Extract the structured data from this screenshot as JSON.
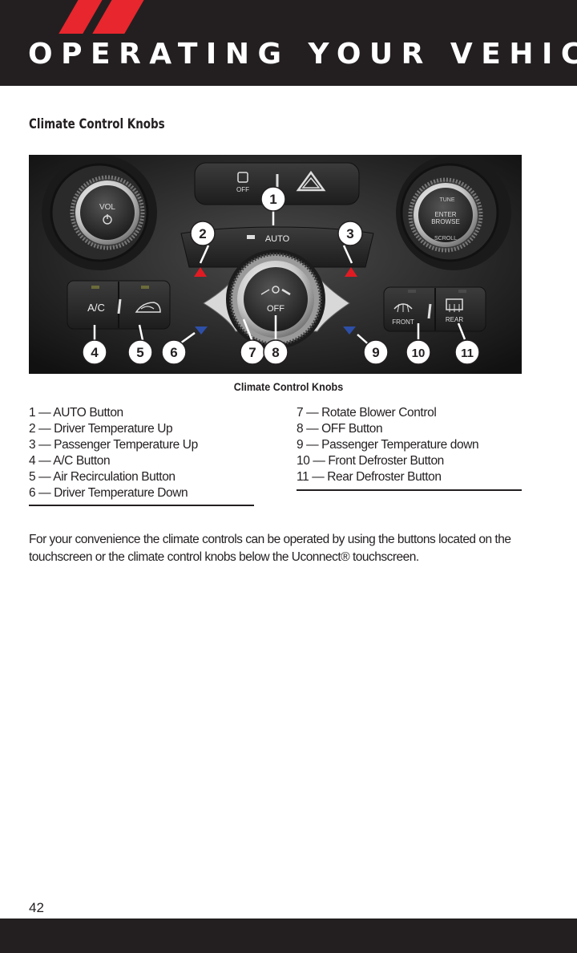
{
  "header": {
    "title": "OPERATING YOUR VEHICLE"
  },
  "section": {
    "heading": "Climate Control Knobs"
  },
  "figure": {
    "caption": "Climate Control Knobs",
    "panel_labels": {
      "vol": "VOL",
      "off_small": "OFF",
      "auto": "AUTO",
      "ac": "A/C",
      "off": "OFF",
      "tune": "TUNE",
      "enter": "ENTER",
      "browse": "BROWSE",
      "scroll": "SCROLL",
      "front": "FRONT",
      "rear": "REAR"
    },
    "callouts": [
      "1",
      "2",
      "3",
      "4",
      "5",
      "6",
      "7",
      "8",
      "9",
      "10",
      "11"
    ]
  },
  "legend": {
    "left": [
      "1 — AUTO Button",
      "2 — Driver Temperature Up",
      "3 — Passenger Temperature Up",
      "4 — A/C Button",
      "5 — Air Recirculation Button",
      "6 — Driver Temperature Down"
    ],
    "right": [
      "7 — Rotate Blower Control",
      "8 — OFF Button",
      "9 — Passenger Temperature down",
      "10 — Front Defroster Button",
      "11 — Rear Defroster Button"
    ]
  },
  "body": {
    "paragraph": "For your convenience the climate controls can be operated by using the buttons located on the touchscreen or the climate control knobs below the Uconnect® touchscreen."
  },
  "footer": {
    "page_number": "42"
  },
  "colors": {
    "header_bg": "#231f20",
    "accent_red": "#e8262d",
    "temp_up": "#e21b23",
    "temp_down": "#2e4fa8"
  }
}
